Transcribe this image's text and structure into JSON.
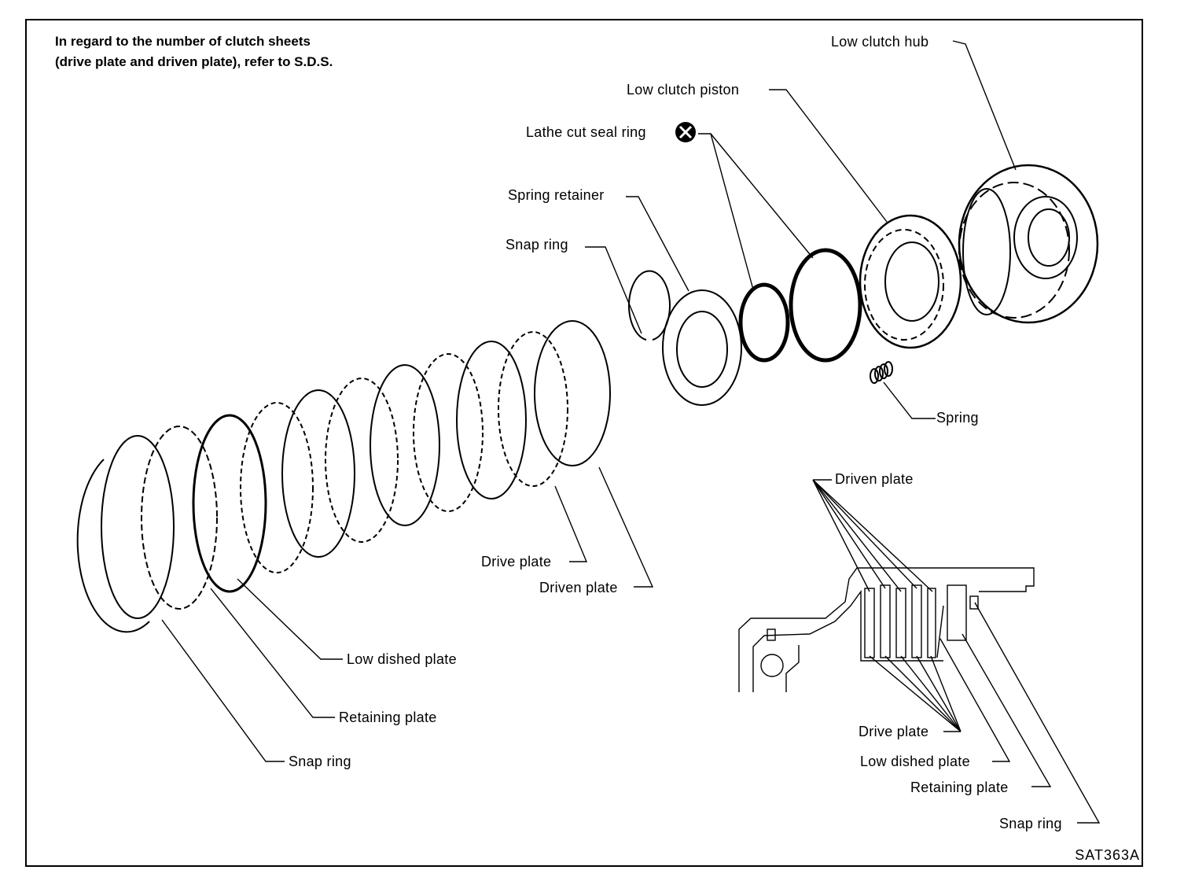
{
  "note": {
    "line1": "In regard to the number of clutch sheets",
    "line2": "(drive plate and driven plate), refer to S.D.S."
  },
  "labels": {
    "low_clutch_hub": "Low clutch hub",
    "low_clutch_piston": "Low clutch piston",
    "lathe_cut_seal_ring": "Lathe cut seal ring",
    "spring_retainer": "Spring retainer",
    "snap_ring_top": "Snap ring",
    "spring": "Spring",
    "drive_plate_mid": "Drive plate",
    "driven_plate_mid": "Driven plate",
    "low_dished_plate": "Low dished plate",
    "retaining_plate": "Retaining plate",
    "snap_ring_bottom": "Snap ring"
  },
  "inset": {
    "driven_plate": "Driven plate",
    "drive_plate": "Drive plate",
    "low_dished_plate": "Low dished plate",
    "retaining_plate": "Retaining plate",
    "snap_ring": "Snap ring"
  },
  "figure_code": "SAT363A",
  "icons": {
    "seal_marker": "circled-x-icon"
  }
}
